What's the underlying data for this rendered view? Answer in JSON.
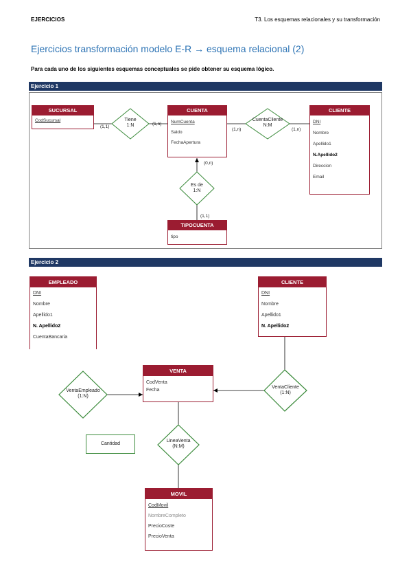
{
  "header": {
    "left": "EJERCICIOS",
    "right": "T3. Los esquemas relacionales y su transformación"
  },
  "title": "Ejercicios transformación modelo E-R → esquema relacional (2)",
  "intro": "Para cada uno de los siguientes esquemas conceptuales se pide obtener su esquema lógico.",
  "ex1": {
    "label": "Ejercicio 1",
    "sucursal": {
      "name": "SUCURSAL",
      "attrs": [
        "CodSucursal"
      ]
    },
    "cuenta": {
      "name": "CUENTA",
      "attrs": [
        "NumCuenta",
        "Saldo",
        "FechaApertura"
      ]
    },
    "cliente": {
      "name": "CLIENTE",
      "attrs": [
        "DNI",
        "Nombre",
        "Apellido1",
        "N.Apellido2",
        "Direccion",
        "Email"
      ]
    },
    "tipocuenta": {
      "name": "TIPOCUENTA",
      "attrs": [
        "tipo"
      ]
    },
    "tiene": {
      "name": "Tiene",
      "card": "1:N"
    },
    "cuentacliente": {
      "name": "CuentaCliente",
      "card": "N:M"
    },
    "esde": {
      "name": "Es de",
      "card": "1:N"
    },
    "cards": {
      "suc": "(1,1)",
      "cta_tiene": "(1,n)",
      "cta_cc": "(1,n)",
      "cli_cc": "(1,n)",
      "cta_esde": "(0,n)",
      "tipo_esde": "(1,1)"
    }
  },
  "ex2": {
    "label": "Ejercicio 2",
    "empleado": {
      "name": "EMPLEADO",
      "attrs": [
        "DNI",
        "Nombre",
        "Apellido1",
        "N. Apellido2",
        "CuentaBancaria"
      ]
    },
    "cliente": {
      "name": "CLIENTE",
      "attrs": [
        "DNI",
        "Nombre",
        "Apellido1",
        "N. Apellido2"
      ]
    },
    "venta": {
      "name": "VENTA",
      "attrs": [
        "CodVenta",
        "Fecha"
      ]
    },
    "movil": {
      "name": "MOVIL",
      "attrs": [
        "CodMovil",
        "NombreCompleto",
        "PrecioCoste",
        "PrecioVenta"
      ]
    },
    "ventaempleado": {
      "name": "VentaEmpleado",
      "card": "(1:N)"
    },
    "ventacliente": {
      "name": "VentaCliente",
      "card": "(1:N)"
    },
    "lineaventa": {
      "name": "LineaVenta",
      "card": "(N:M)"
    },
    "cantidad": "Cantidad"
  },
  "colors": {
    "entity": "#9b1c31",
    "relation": "#2e8b2e",
    "bar": "#1f3864",
    "title": "#2e74b5"
  }
}
